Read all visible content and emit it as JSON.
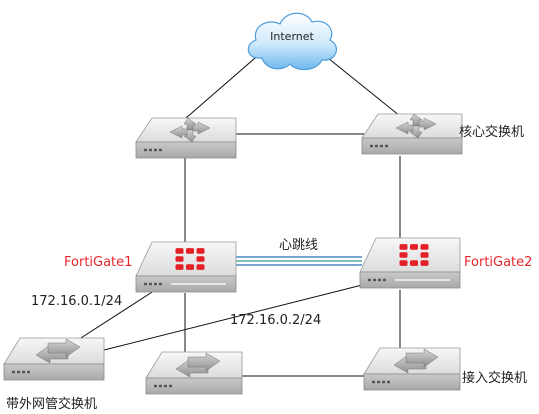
{
  "internet": {
    "label": "Internet"
  },
  "labels": {
    "core_switch": "核心交换机",
    "heartbeat": "心跳线",
    "fortigate1": "FortiGate1",
    "fortigate2": "FortiGate2",
    "ip1": "172.16.0.1/24",
    "ip2": "172.16.0.2/24",
    "access_switch": "接入交换机",
    "mgmt_switch": "带外网管交换机"
  },
  "colors": {
    "fortigate_label": "#e8262d",
    "fortigate_logo": "#e41f26",
    "heartbeat_a": "#3a9a8c",
    "heartbeat_b": "#2a6fb0"
  }
}
